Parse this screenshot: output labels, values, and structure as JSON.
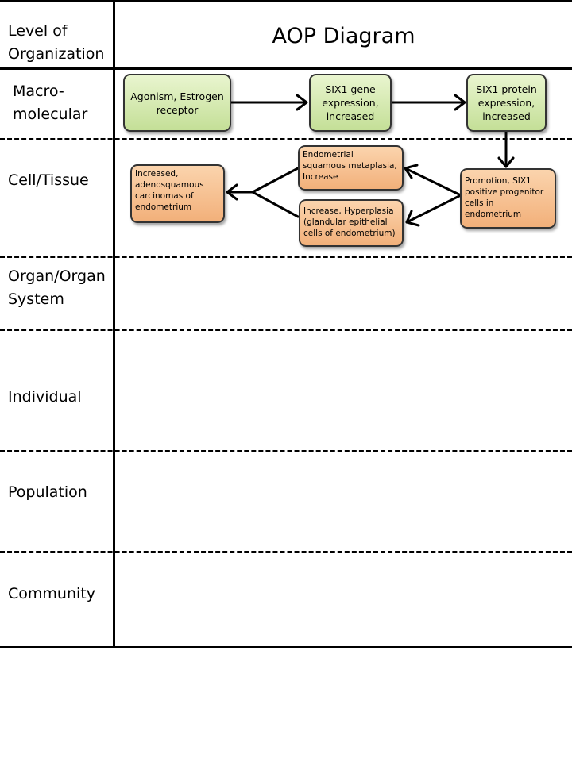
{
  "title": "AOP Diagram",
  "levels": {
    "header": "Level of Organization",
    "macromolecular": "Macro-molecular",
    "cell_tissue": "Cell/Tissue",
    "organ": "Organ/Organ System",
    "individual": "Individual",
    "population": "Population",
    "community": "Community"
  },
  "nodes": {
    "agonism": "Agonism, Estrogen receptor",
    "six1_gene": "SIX1 gene expression, increased",
    "six1_protein": "SIX1 protein expression, increased",
    "promotion": "Promotion, SIX1 positive progenitor cells in endometrium",
    "metaplasia": "Endometrial squamous metaplasia, Increase",
    "hyperplasia": "Increase, Hyperplasia (glandular epithelial cells of endometrium)",
    "carcinoma": "Increased, adenosquamous carcinomas of endometrium"
  },
  "colors": {
    "key_event_green": "#c4df97",
    "adverse_outcome_orange": "#f2b07a"
  }
}
